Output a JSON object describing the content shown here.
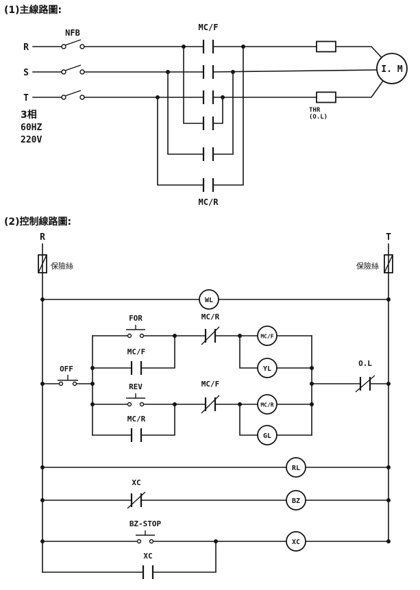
{
  "main_circuit": {
    "title": "(1)主線路圖:",
    "phases": [
      "R",
      "S",
      "T"
    ],
    "breaker_label": "NFB",
    "forward_contactor_label": "MC/F",
    "reverse_contactor_label": "MC/R",
    "supply_specs": [
      "3相",
      "60HZ",
      "220V"
    ],
    "overload_label": "THR",
    "overload_sublabel": "(O.L)",
    "motor_label": "I. M"
  },
  "control_circuit": {
    "title": "(2)控制線路圖:",
    "left_rail_label": "R",
    "right_rail_label": "T",
    "left_fuse_label": "保險絲",
    "right_fuse_label": "保險絲",
    "off_button_label": "OFF",
    "forward_button_label": "FOR",
    "forward_holding_label": "MC/F",
    "reverse_interlock_label": "MC/R",
    "reverse_button_label": "REV",
    "reverse_holding_label": "MC/R",
    "forward_interlock_label": "MC/F",
    "overload_contact_label": "O.L",
    "white_lamp_label": "WL",
    "yellow_lamp_label": "YL",
    "green_lamp_label": "GL",
    "red_lamp_label": "RL",
    "forward_coil_label": "MC/F",
    "reverse_coil_label": "MC/R",
    "buzzer_label": "BZ",
    "aux_relay_coil_label": "XC",
    "xc_nc_contact_label": "XC",
    "buzzer_stop_label": "BZ-STOP",
    "xc_holding_label": "XC"
  }
}
